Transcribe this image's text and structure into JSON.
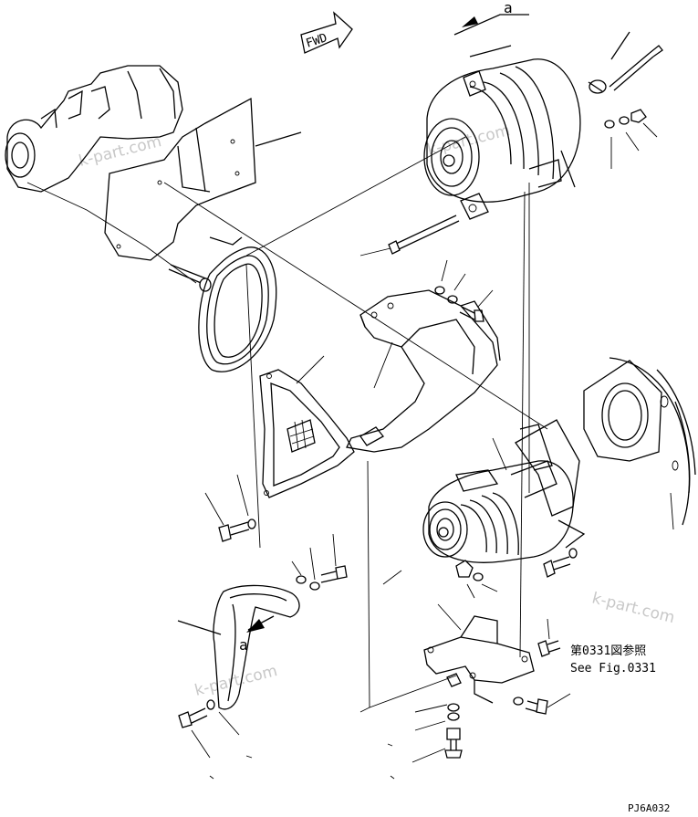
{
  "diagram": {
    "fwd_label": "FWD",
    "view_marker_top": "a",
    "view_marker_bottom": "a",
    "reference_jp": "第0331図参照",
    "reference_en": "See Fig.0331",
    "drawing_code": "PJ6A032",
    "watermarks": [
      "k-part.com",
      "k-part.com",
      "k-part.com",
      "k-part.com"
    ]
  }
}
